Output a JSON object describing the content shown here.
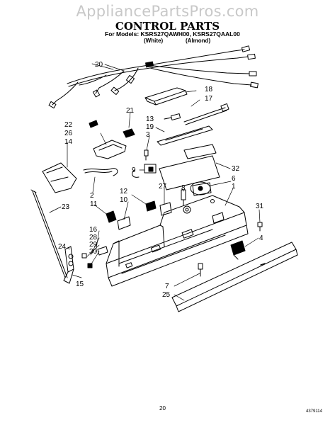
{
  "watermark": "AppliancePartsPros.com",
  "title": "CONTROL PARTS",
  "models_line": "For Models: KSRS27QAWH00, KSRS27QAAL00",
  "variant_white": "(White)",
  "variant_almond": "(Almond)",
  "callouts": [
    "20",
    "21",
    "18",
    "17",
    "13",
    "19",
    "22",
    "26",
    "14",
    "3",
    "9",
    "2",
    "11",
    "12",
    "10",
    "27",
    "8",
    "32",
    "6",
    "1",
    "23",
    "31",
    "16",
    "28",
    "29",
    "30",
    "24",
    "15",
    "4",
    "7",
    "25"
  ],
  "page_number": "20",
  "document_number": "4379114"
}
